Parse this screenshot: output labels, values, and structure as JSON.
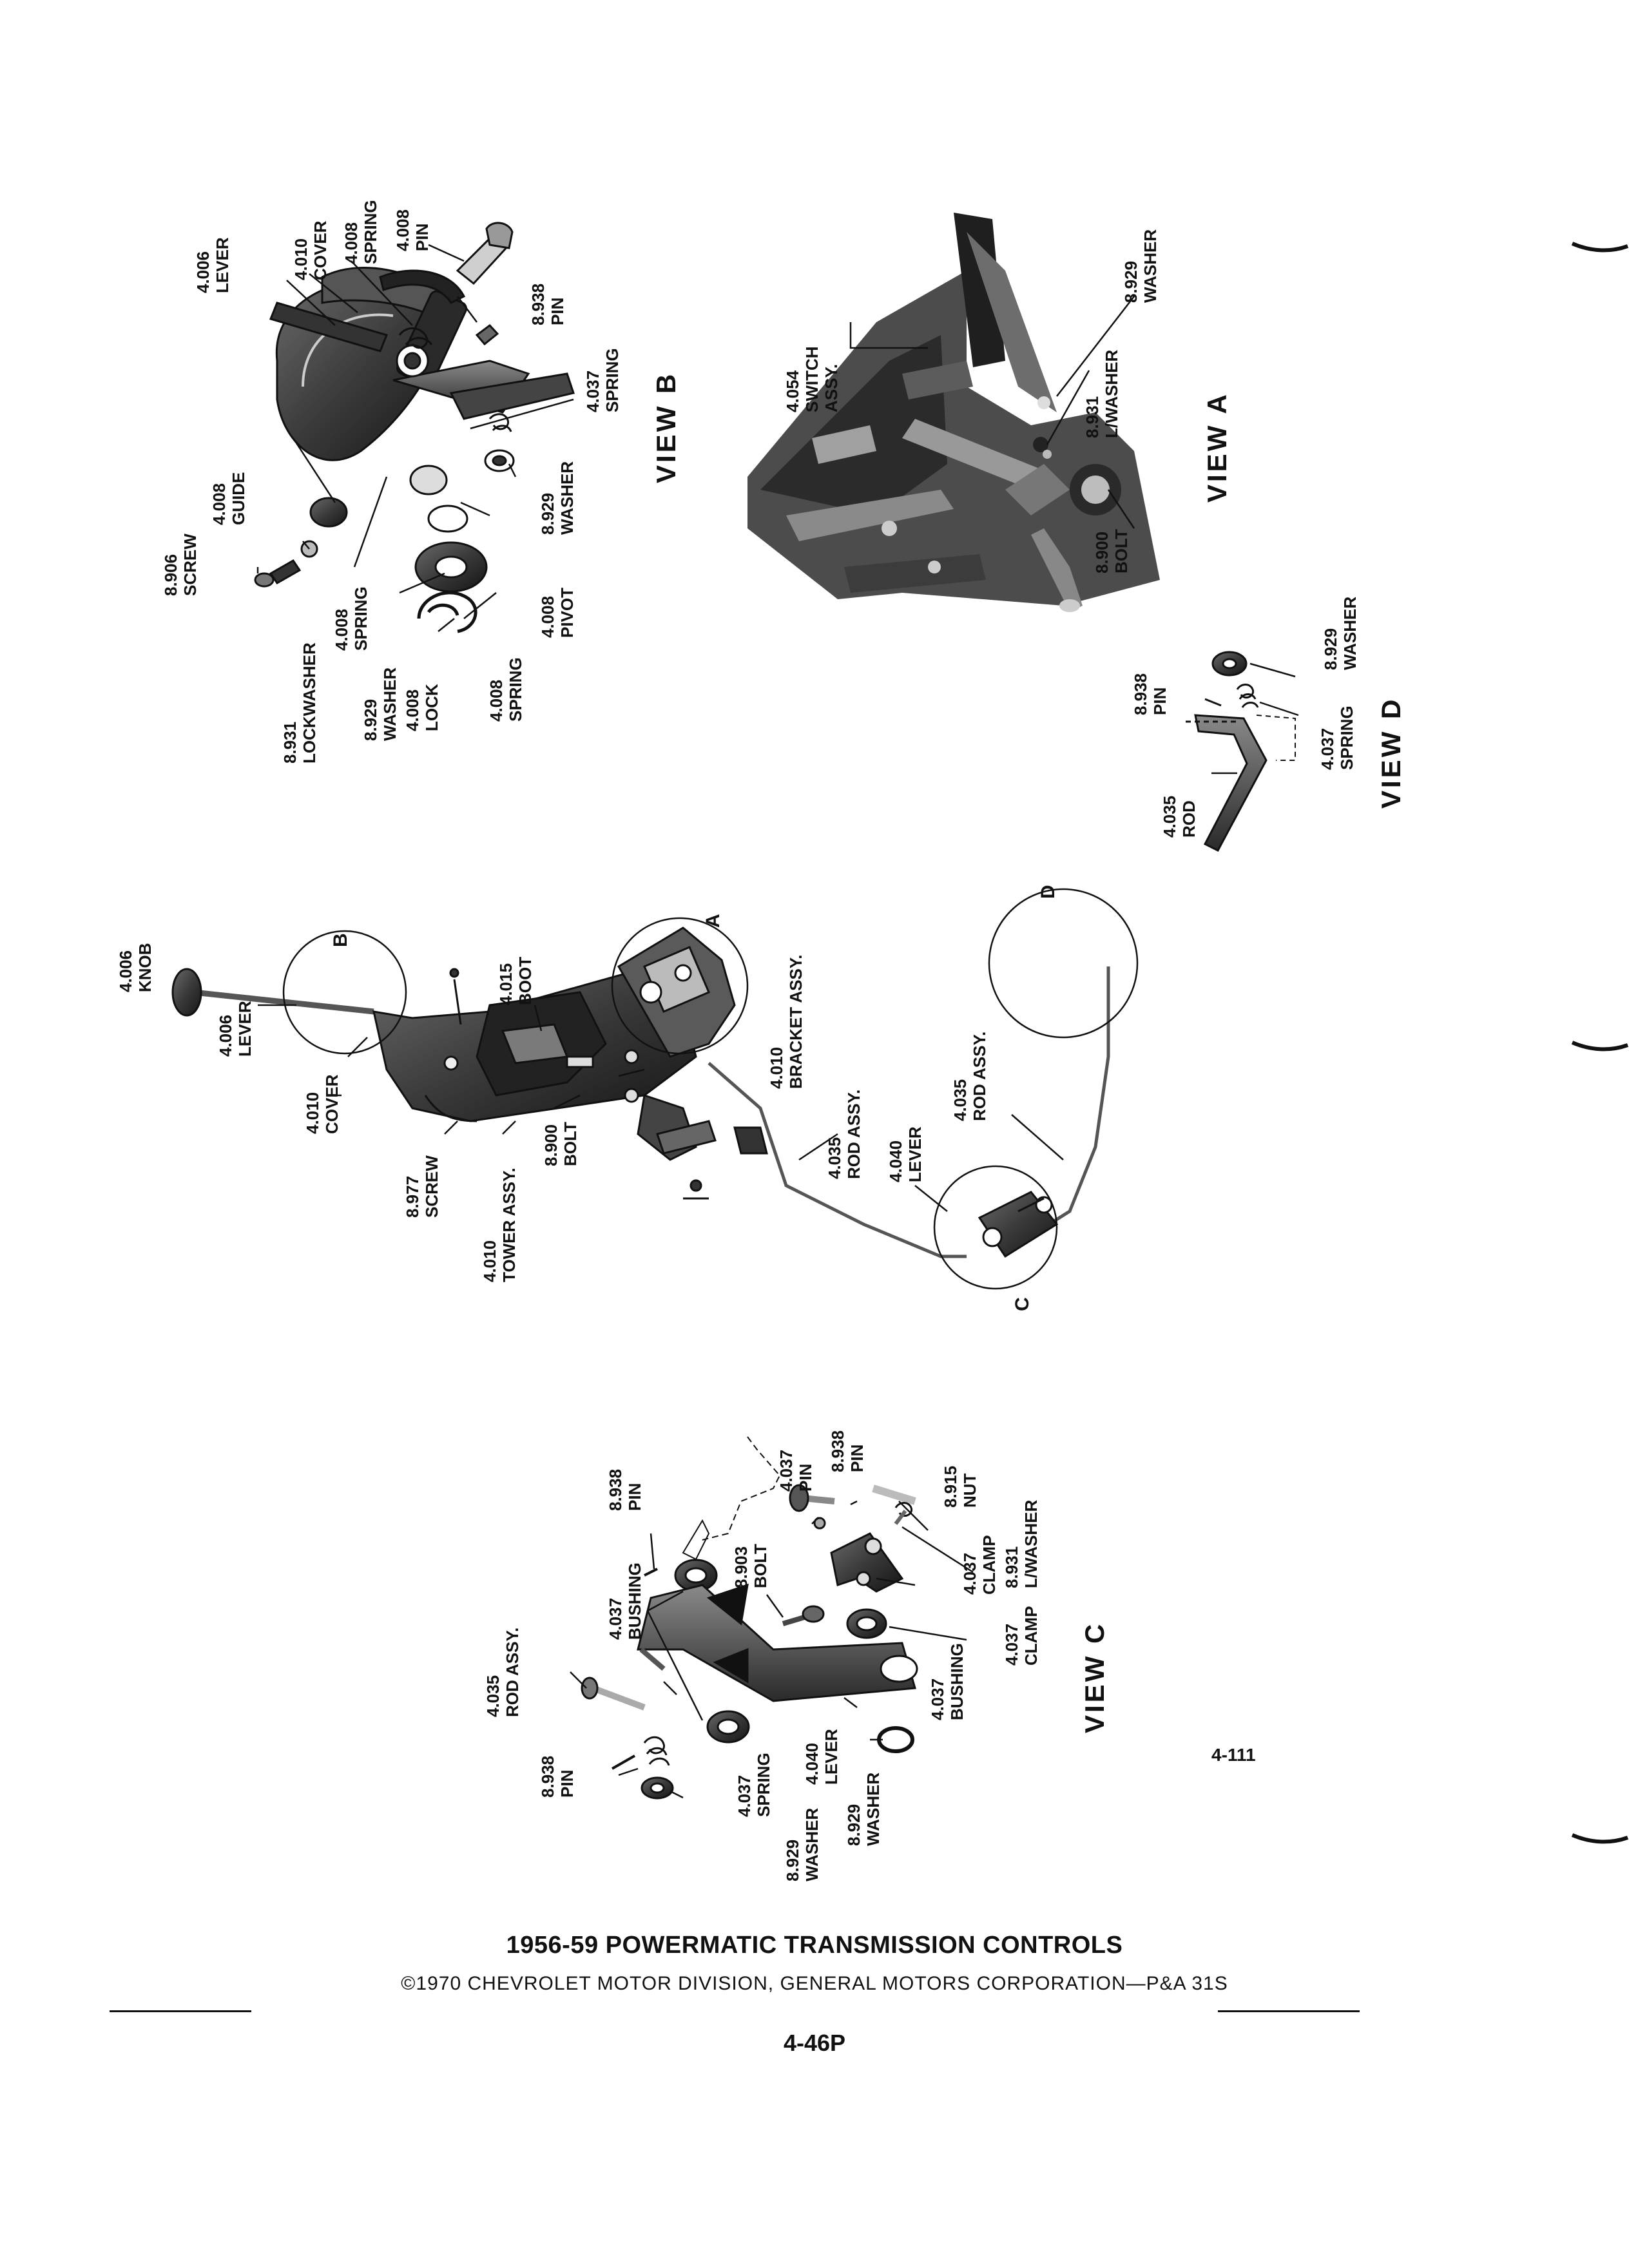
{
  "view_b": {
    "title": "VIEW B",
    "labels": [
      [
        "4.006",
        "LEVER"
      ],
      [
        "4.010",
        "COVER"
      ],
      [
        "4.008",
        "SPRING"
      ],
      [
        "4.008",
        "PIN"
      ],
      [
        "8.938",
        "PIN"
      ],
      [
        "4.037",
        "SPRING"
      ],
      [
        "4.008",
        "GUIDE"
      ],
      [
        "8.906",
        "SCREW"
      ],
      [
        "8.931",
        "LOCKWASHER"
      ],
      [
        "4.008",
        "SPRING"
      ],
      [
        "8.929",
        "WASHER"
      ],
      [
        "4.008",
        "LOCK"
      ],
      [
        "4.008",
        "SPRING"
      ],
      [
        "4.008",
        "PIVOT"
      ],
      [
        "8.929",
        "WASHER"
      ]
    ]
  },
  "view_a": {
    "title": "VIEW A",
    "labels": [
      [
        "4.054",
        "SWITCH",
        "ASSY."
      ],
      [
        "8.929",
        "WASHER"
      ],
      [
        "8.931",
        "L/WASHER"
      ],
      [
        "8.900",
        "BOLT"
      ]
    ]
  },
  "view_d": {
    "title": "VIEW D",
    "labels": [
      [
        "8.938",
        "PIN"
      ],
      [
        "8.929",
        "WASHER"
      ],
      [
        "4.037",
        "SPRING"
      ],
      [
        "4.035",
        "ROD"
      ]
    ]
  },
  "main": {
    "circles": [
      "B",
      "A",
      "D",
      "C"
    ],
    "labels": [
      [
        "4.006",
        "KNOB"
      ],
      [
        "4.006",
        "LEVER"
      ],
      [
        "4.015",
        "BOOT"
      ],
      [
        "4.010",
        "BRACKET ASSY."
      ],
      [
        "4.035",
        "ROD ASSY."
      ],
      [
        "4.035",
        "ROD ASSY."
      ],
      [
        "4.040",
        "LEVER"
      ],
      [
        "4.010",
        "COVER"
      ],
      [
        "8.977",
        "SCREW"
      ],
      [
        "8.900",
        "BOLT"
      ],
      [
        "4.010",
        "TOWER ASSY."
      ]
    ]
  },
  "view_c": {
    "title": "VIEW C",
    "labels": [
      [
        "8.938",
        "PIN"
      ],
      [
        "4.037",
        "PIN"
      ],
      [
        "8.938",
        "PIN"
      ],
      [
        "8.915",
        "NUT"
      ],
      [
        "4.037",
        "BUSHING"
      ],
      [
        "8.903",
        "BOLT"
      ],
      [
        "8.931",
        "L/WASHER"
      ],
      [
        "4.037",
        "CLAMP"
      ],
      [
        "4.035",
        "ROD ASSY."
      ],
      [
        "4.037",
        "CLAMP"
      ],
      [
        "8.938",
        "PIN"
      ],
      [
        "4.037",
        "BUSHING"
      ],
      [
        "4.037",
        "SPRING"
      ],
      [
        "4.040",
        "LEVER"
      ],
      [
        "8.929",
        "WASHER"
      ],
      [
        "8.929",
        "WASHER"
      ]
    ]
  },
  "page_ref": "4-111",
  "footer": {
    "title": "1956-59 POWERMATIC TRANSMISSION CONTROLS",
    "copyright": "©1970 CHEVROLET MOTOR DIVISION, GENERAL MOTORS CORPORATION—P&A 31S",
    "page": "4-46P"
  }
}
